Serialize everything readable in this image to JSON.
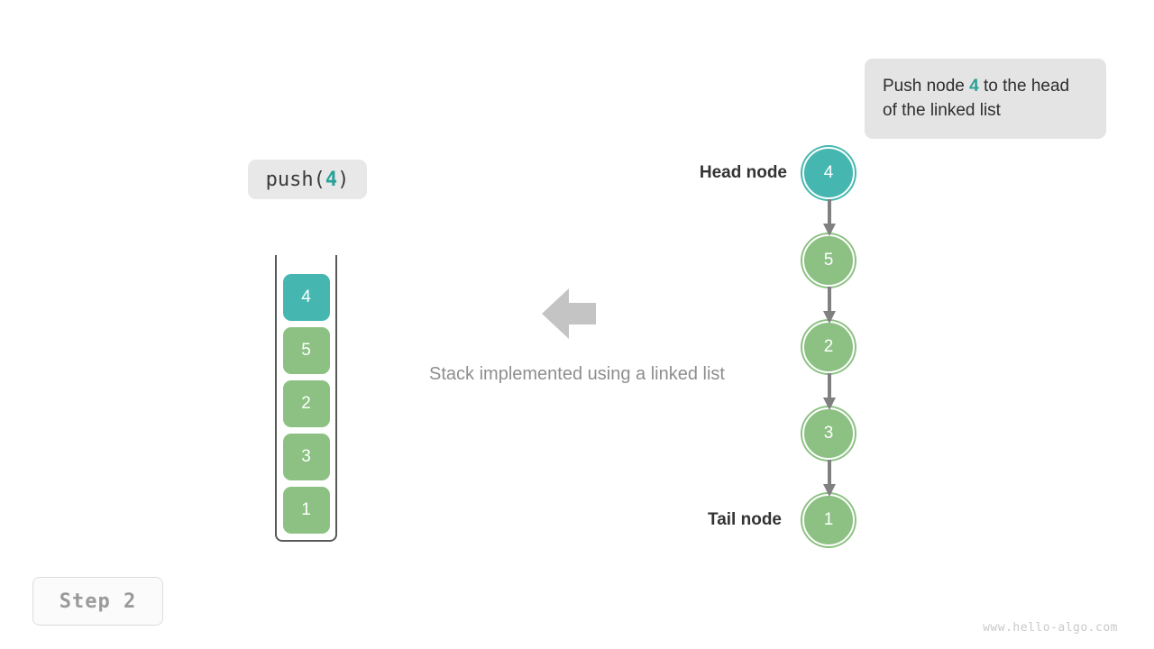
{
  "diagram": {
    "title": "Stack implemented using a linked list",
    "step_label": "Step 2",
    "watermark": "www.hello-algo.com",
    "colors": {
      "highlight": "#45b7b0",
      "node": "#8cc183",
      "accent_text": "#2aa198",
      "arrow": "#808080",
      "caption_text": "#8e8e8e",
      "callout_bg": "#e4e4e4"
    }
  },
  "callout": {
    "text_before": "Push node ",
    "value": "4",
    "text_after": " to the head of the linked list"
  },
  "operation": {
    "name": "push(",
    "value": "4",
    "close": ")"
  },
  "stack": {
    "caption": "Stack implemented using a linked list",
    "items": [
      {
        "value": "4",
        "state": "teal"
      },
      {
        "value": "5",
        "state": "green"
      },
      {
        "value": "2",
        "state": "green"
      },
      {
        "value": "3",
        "state": "green"
      },
      {
        "value": "1",
        "state": "green"
      }
    ]
  },
  "linked_list": {
    "head_label": "Head node",
    "tail_label": "Tail node",
    "nodes": [
      {
        "value": "4",
        "state": "teal"
      },
      {
        "value": "5",
        "state": "green"
      },
      {
        "value": "2",
        "state": "green"
      },
      {
        "value": "3",
        "state": "green"
      },
      {
        "value": "1",
        "state": "green"
      }
    ]
  }
}
